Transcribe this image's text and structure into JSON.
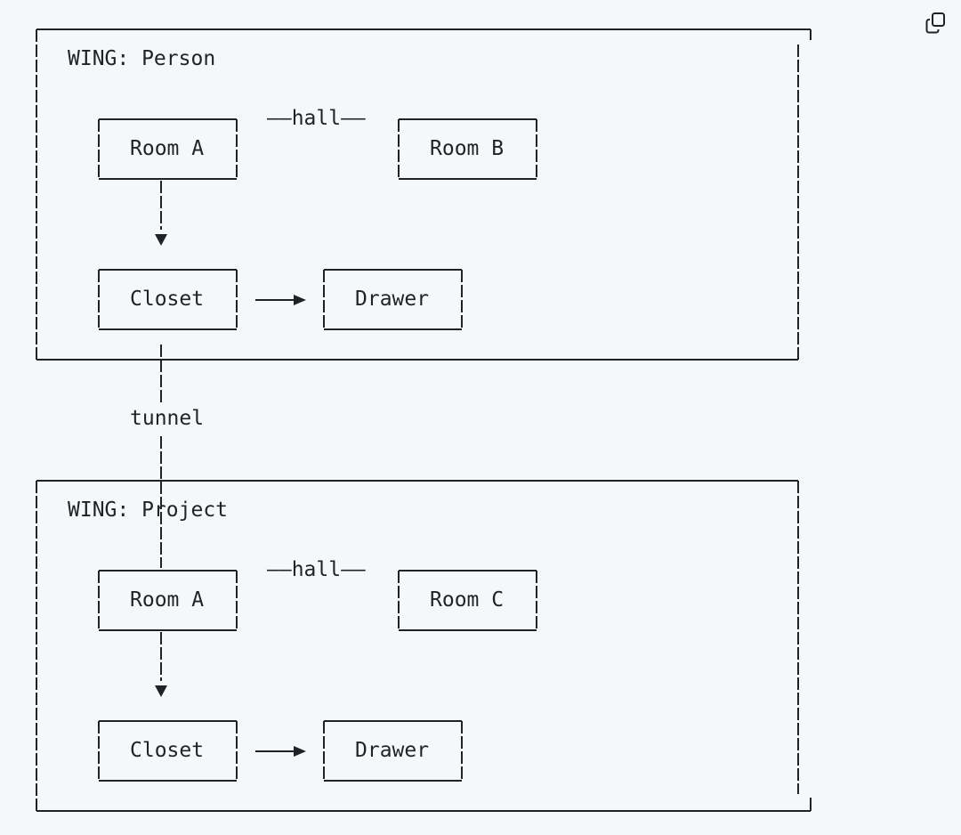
{
  "toolbar": {
    "copy_icon": "copy-icon"
  },
  "diagram": {
    "wing_person": {
      "title": "WING: Person",
      "room_a": "Room A",
      "room_b": "Room B",
      "hall": "——hall——",
      "closet": "Closet",
      "drawer": "Drawer"
    },
    "tunnel": "tunnel",
    "wing_project": {
      "title": "WING: Project",
      "room_a": "Room A",
      "room_c": "Room C",
      "hall": "——hall——",
      "closet": "Closet",
      "drawer": "Drawer"
    }
  }
}
